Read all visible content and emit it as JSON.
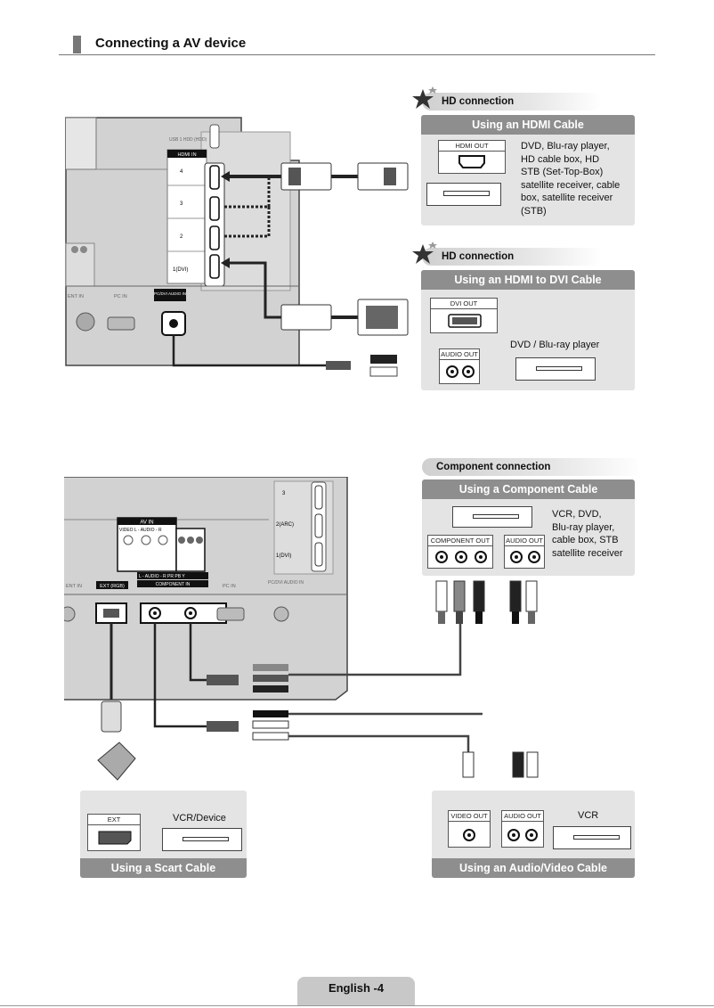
{
  "header": {
    "title": "Connecting a AV device"
  },
  "hdmi": {
    "tag": "HD connection",
    "title": "Using an HDMI Cable",
    "port_label": "HDMI OUT",
    "lines": [
      "DVD, Blu-ray player,",
      "HD cable box, HD",
      "STB (Set-Top-Box)",
      "satellite receiver, cable",
      "box, satellite receiver",
      "(STB)"
    ]
  },
  "dvi": {
    "tag": "HD connection",
    "title": "Using an HDMI to DVI Cable",
    "port_label": "DVI OUT",
    "audio_label": "AUDIO OUT",
    "device_text": "DVD / Blu-ray player"
  },
  "component": {
    "tag": "Component connection",
    "title": "Using a Component Cable",
    "port_label": "COMPONENT OUT",
    "audio_label": "AUDIO OUT",
    "lines": [
      "VCR, DVD,",
      "Blu-ray player,",
      "cable box, STB",
      "satellite receiver"
    ]
  },
  "scart": {
    "title": "Using a Scart Cable",
    "port_label": "EXT",
    "device_text": "VCR/Device"
  },
  "av": {
    "title": "Using an Audio/Video Cable",
    "video_label": "VIDEO OUT",
    "audio_label": "AUDIO OUT",
    "device_text": "VCR"
  },
  "tv_top": {
    "hdmi_in": "HDMI IN",
    "ports": [
      "4",
      "3",
      "2",
      "1(DVI)"
    ],
    "usb_label": "USB 1 HDD (HDD)",
    "pc_in": "PC IN",
    "pc_dvi_audio": "PC/DVI AUDIO IN",
    "ent_in": "ENT IN"
  },
  "tv_bottom": {
    "av_in": "AV IN",
    "av_sub": "VIDEO   L - AUDIO - R",
    "component_in": "COMPONENT IN",
    "comp_sub": "L - AUDIO - R   PR   PB   Y",
    "ext_rgb": "EXT (RGB)",
    "pc_in": "PC IN",
    "pc_dvi_audio": "PC/DVI AUDIO IN",
    "ent_in": "ENT IN",
    "ports": [
      "3",
      "2(ARC)",
      "1(DVI)"
    ]
  },
  "footer": {
    "page": "English -4"
  },
  "colors": {
    "panel": "#e4e4e4",
    "panel_title": "#8e8e8e"
  }
}
